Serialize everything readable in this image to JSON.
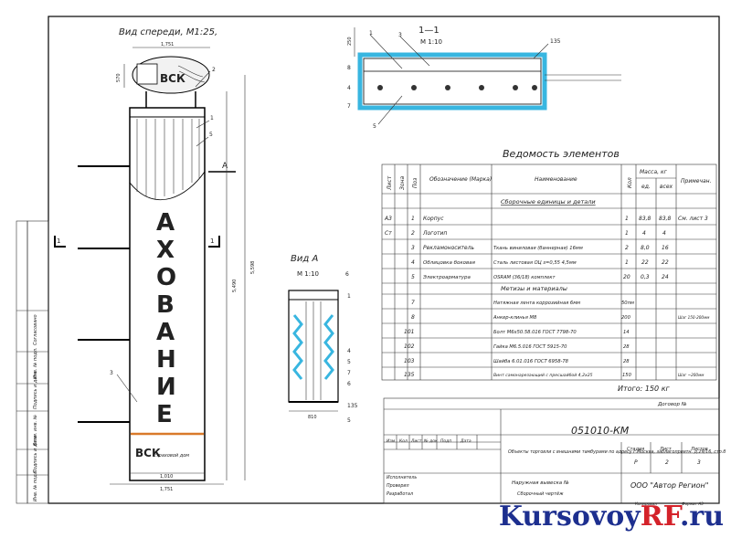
{
  "front_view": {
    "title": "Вид спереди, М1:25,",
    "dim_top": "1,751",
    "dim_width": "1,010",
    "dim_bottom": "1,751",
    "dim_left_small": "570",
    "dim_height1": "5,490",
    "dim_height2": "5,598",
    "letters": [
      "А",
      "Х",
      "О",
      "В",
      "А",
      "Н",
      "И",
      "Е"
    ],
    "logo_text": "ВСК",
    "logo_sub": "страховой дом",
    "section_mark": "А",
    "callouts": [
      "1",
      "2",
      "3",
      "5"
    ],
    "section_marks": [
      "1",
      "1"
    ]
  },
  "section_1_1": {
    "title": "1—1",
    "scale": "М 1:10",
    "callouts": [
      "1",
      "3",
      "135",
      "8",
      "4",
      "7",
      "5"
    ],
    "dim_left": "250"
  },
  "view_a": {
    "title": "Вид А",
    "scale": "М 1:10",
    "dim_bottom": "810",
    "callouts": [
      "6",
      "1",
      "4",
      "5",
      "7",
      "6",
      "135",
      "5"
    ]
  },
  "spec_table": {
    "title": "Ведомость элементов",
    "headers": {
      "list": "Лист",
      "zone": "Зона",
      "pos": "Поз",
      "designation": "Обозначение (Марка)",
      "name": "Наименование",
      "qty": "Кол",
      "mass": "Масса, кг",
      "mass_unit": "ед.",
      "mass_total": "всех",
      "note": "Примечан."
    },
    "section1": "Сборочные единицы и детали",
    "rows": [
      {
        "list": "А3",
        "pos": "1",
        "designation": "Корпус",
        "name": "",
        "qty": "1",
        "unit": "83,8",
        "total": "83,8",
        "note": "См. лист 3"
      },
      {
        "list": "Ст",
        "pos": "2",
        "designation": "Логотип",
        "name": "",
        "qty": "1",
        "unit": "4",
        "total": "4",
        "note": ""
      },
      {
        "list": "",
        "pos": "3",
        "designation": "Рекламоноситель",
        "name": "Ткань виниловая (баннерная)   16мм",
        "qty": "2",
        "unit": "8,0",
        "total": "16",
        "note": ""
      },
      {
        "list": "",
        "pos": "4",
        "designation": "Облицовка боковая",
        "name": "Сталь листовая ОЦ s=0,55   4,5мм",
        "qty": "1",
        "unit": "22",
        "total": "22",
        "note": ""
      },
      {
        "list": "",
        "pos": "5",
        "designation": "Электроарматура",
        "name": "OSRAM (36/18) комплект",
        "qty": "20",
        "unit": "0,3",
        "total": "24",
        "note": ""
      }
    ],
    "section2": "Метизы и материалы",
    "rows2": [
      {
        "pos": "7",
        "name": "Натяжная лента коррозийная  6мм",
        "qty": "50пм",
        "note": ""
      },
      {
        "pos": "8",
        "name": "Анкер-клинья М8",
        "qty": "200",
        "note": "Шаг 150-200мм"
      },
      {
        "pos": "101",
        "name": "Болт М6х50.58.016  ГОСТ 7798-70",
        "qty": "14",
        "note": ""
      },
      {
        "pos": "102",
        "name": "Гайка М6.5.016  ГОСТ 5915-70",
        "qty": "28",
        "note": ""
      },
      {
        "pos": "103",
        "name": "Шайба 6.01.016  ГОСТ 6958-78",
        "qty": "28",
        "note": ""
      },
      {
        "pos": "135",
        "name": "Винт самонарезающий с пресшайбой 4,2х25",
        "qty": "150",
        "note": "Шаг ~200мм"
      }
    ],
    "total": "Итого: 150 кг"
  },
  "title_block": {
    "doc_code": "051010-КМ",
    "object": "Объекты торговли с внешними тамбурами по адресу г.Москва, заблагоприятн. д.29/16, стр.б",
    "drawing_name": "Наружная вывеска №",
    "sheet_name": "Сборочный чертёж",
    "company": "ООО \"Автор Регион\"",
    "stage_label": "Стадия",
    "sheet_label": "Лист",
    "sheets_label": "Листов",
    "stage": "Р",
    "sheet": "2",
    "sheets": "3",
    "invoice_label": "Договор №",
    "rev_headers": [
      "Изм",
      "Кол",
      "Лист",
      "№ док",
      "Подп",
      "Дата"
    ],
    "roles": [
      "Исполнитель",
      "Проверил",
      "Разработал"
    ],
    "format": "Формат А3",
    "copied": "Копировал"
  },
  "side_stamp": {
    "labels": [
      "Согласовано",
      "Инв. № подл.",
      "Подпись и дата",
      "Взам. инв. №",
      "Подпись и дата",
      "Инв. № подл."
    ]
  },
  "watermark": {
    "part1": "Kursovoy",
    "part2": "RF",
    "part3": ".ru"
  }
}
